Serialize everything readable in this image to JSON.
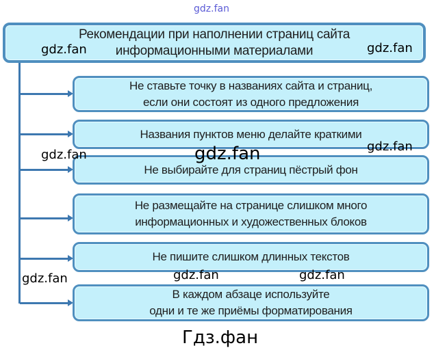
{
  "diagram": {
    "title_lines": [
      "Рекомендации при наполнении страниц сайта",
      "информационными материалами"
    ],
    "items": [
      {
        "lines": [
          "Не ставьте точку в названиях сайта и страниц,",
          "если они состоят из одного предложения"
        ]
      },
      {
        "lines": [
          "Названия пунктов меню делайте краткими"
        ]
      },
      {
        "lines": [
          "Не выбирайте для страниц пёстрый фон"
        ]
      },
      {
        "lines": [
          "Не размещайте на странице слишком много",
          "информационных и художественных блоков"
        ]
      },
      {
        "lines": [
          "Не пишите слишком длинных текстов"
        ]
      },
      {
        "lines": [
          "В каждом абзаце используйте",
          "одни и  те же приёмы форматирования"
        ]
      }
    ]
  },
  "watermarks": {
    "latin": "gdz.fan",
    "cyrillic": "Гдз.фан"
  },
  "colors": {
    "box_fill": "#c4f0fb",
    "border": "#4f8fbf",
    "connector": "#3d78b0"
  }
}
